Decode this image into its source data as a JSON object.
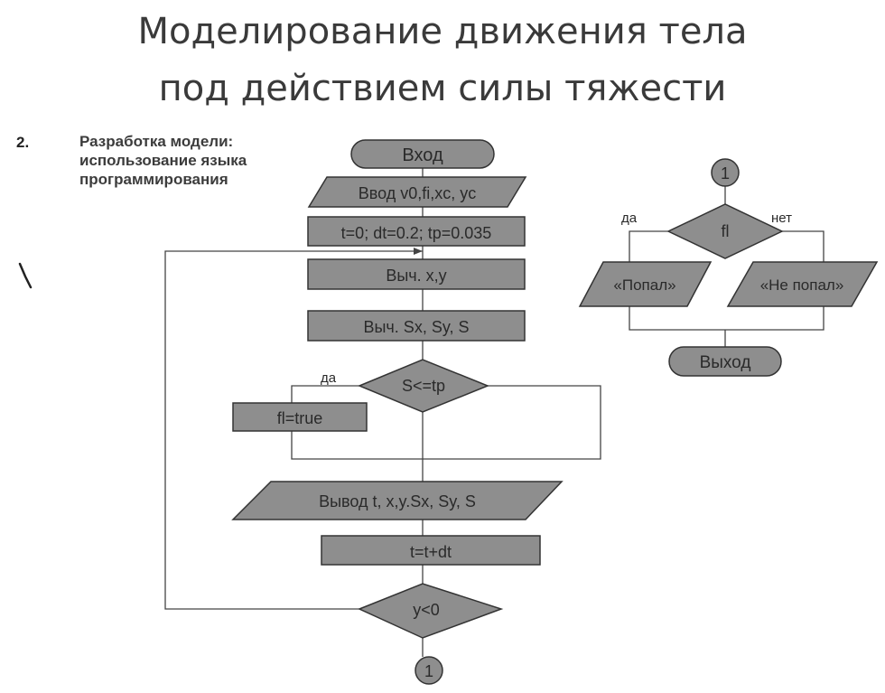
{
  "title": {
    "line1": "Моделирование движения тела",
    "line2": "под действием силы тяжести"
  },
  "step": {
    "number": "2.",
    "text_lines": [
      "Разработка модели:",
      "использование языка",
      "программирования"
    ]
  },
  "flowchart_main": {
    "start": "Вход",
    "input": "Ввод v0,fi,xc, yc",
    "init": "t=0; dt=0.2; tp=0.035",
    "calc_xy": "Выч. x,y",
    "calc_s": "Выч. Sx, Sy, S",
    "cond_s": "S<=tp",
    "cond_s_yes": "да",
    "set_fl": "fl=true",
    "output": "Вывод t, x,y.Sx, Sy, S",
    "increment": "t=t+dt",
    "cond_y": "y<0",
    "connector": "1"
  },
  "flowchart_side": {
    "connector": "1",
    "cond_fl": "fl",
    "yes_label": "да",
    "no_label": "нет",
    "hit": "«Попал»",
    "miss": "«Не попал»",
    "exit": "Выход"
  },
  "colors": {
    "shape_fill": "#8e8e8e",
    "line": "#444444"
  }
}
